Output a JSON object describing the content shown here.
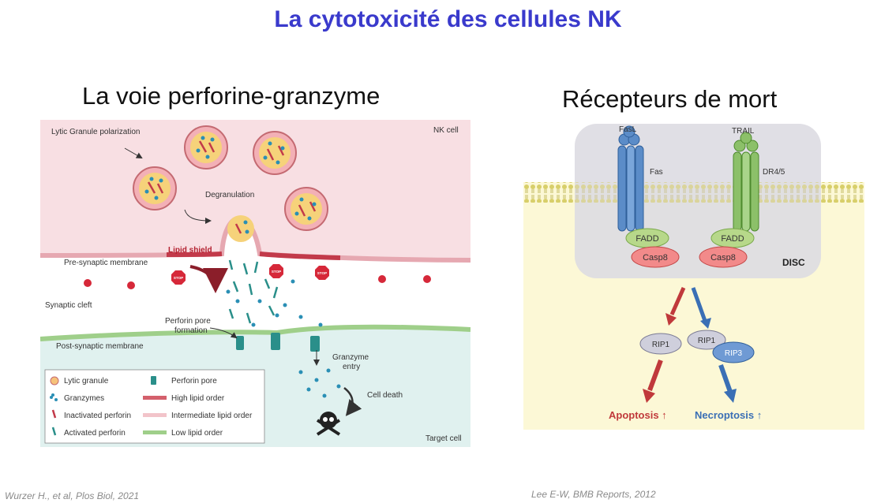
{
  "title": "La cytotoxicité des cellules NK",
  "left": {
    "heading": "La voie perforine-granzyme",
    "labels": {
      "lytic_polarization": "Lytic Granule polarization",
      "nk_cell": "NK cell",
      "degranulation": "Degranulation",
      "lipid_shield": "Lipid shield",
      "pre_membrane": "Pre-synaptic membrane",
      "synaptic_cleft": "Synaptic cleft",
      "pore_formation_1": "Perforin pore",
      "pore_formation_2": "formation",
      "post_membrane": "Post-synaptic membrane",
      "granzyme_entry_1": "Granzyme",
      "granzyme_entry_2": "entry",
      "cell_death": "Cell death",
      "target_cell": "Target cell",
      "stop": "STOP"
    },
    "legend": [
      {
        "name": "legend-lytic-granule",
        "label": "Lytic granule"
      },
      {
        "name": "legend-perforin-pore",
        "label": "Perforin pore"
      },
      {
        "name": "legend-granzymes",
        "label": "Granzymes"
      },
      {
        "name": "legend-high-lipid",
        "label": "High lipid order"
      },
      {
        "name": "legend-inactivated-perforin",
        "label": "Inactivated perforin"
      },
      {
        "name": "legend-intermediate-lipid",
        "label": "Intermediate lipid order"
      },
      {
        "name": "legend-activated-perforin",
        "label": "Activated perforin"
      },
      {
        "name": "legend-low-lipid",
        "label": "Low lipid order"
      }
    ],
    "citation": "Wurzer H., et al, Plos Biol, 2021"
  },
  "right": {
    "heading": "Récepteurs de mort",
    "labels": {
      "fasl": "FasL",
      "fas": "Fas",
      "trail": "TRAIL",
      "dr": "DR4/5",
      "fadd_1": "FADD",
      "fadd_2": "FADD",
      "casp8_1": "Casp8",
      "casp8_2": "Casp8",
      "disc": "DISC",
      "rip1_a": "RIP1",
      "rip1_b": "RIP1",
      "rip3": "RIP3",
      "apoptosis": "Apoptosis ↑",
      "necroptosis": "Necroptosis ↑"
    },
    "colors": {
      "apoptosis": "#c0393b",
      "necroptosis": "#3a6fb5"
    },
    "citation": "Lee E-W, BMB Reports, 2012"
  }
}
